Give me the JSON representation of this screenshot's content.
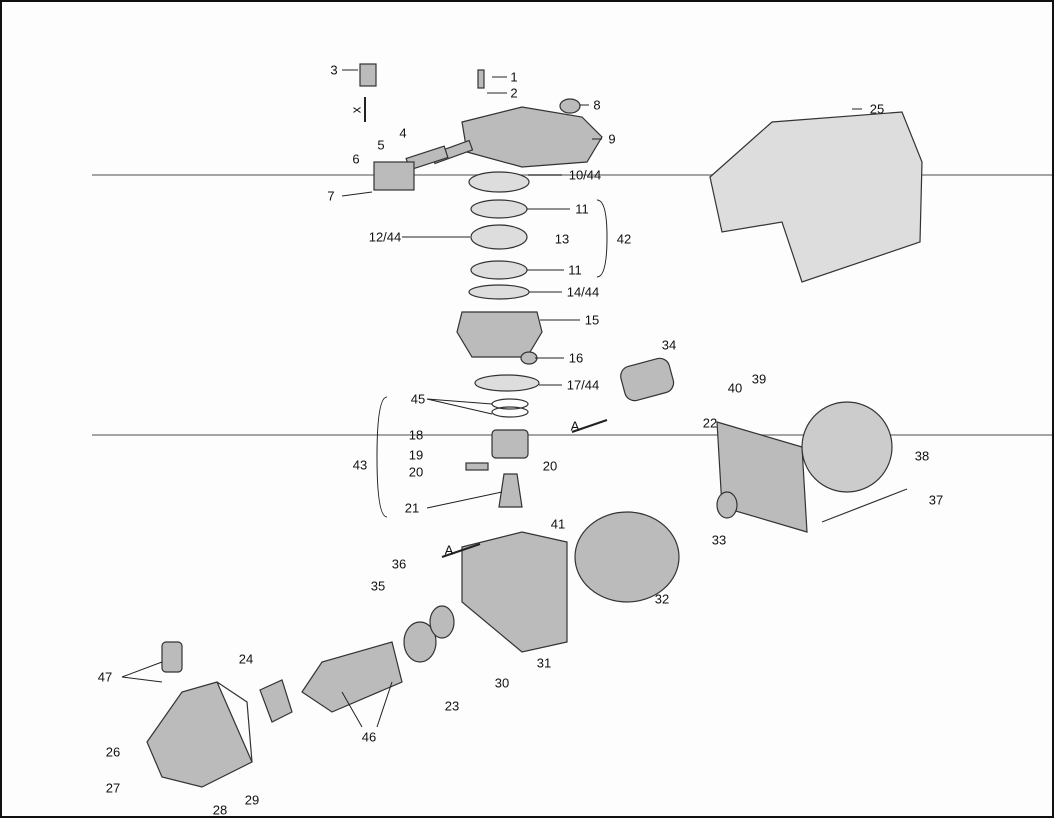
{
  "diagram": {
    "type": "exploded-parts-view",
    "labels": [
      "1",
      "2",
      "3",
      "8",
      "9",
      "4",
      "5",
      "6",
      "7",
      "10/44",
      "11",
      "12/44",
      "13",
      "42",
      "11",
      "14/44",
      "15",
      "16",
      "17/44",
      "45",
      "18",
      "19",
      "20",
      "20",
      "43",
      "21",
      "34",
      "40",
      "39",
      "22",
      "38",
      "37",
      "33",
      "41",
      "36",
      "35",
      "32",
      "31",
      "30",
      "23",
      "24",
      "46",
      "47",
      "26",
      "27",
      "28",
      "29",
      "25"
    ],
    "markers": {
      "x_arrow": "x",
      "a_arrow_1": "A",
      "a_arrow_2": "A"
    }
  }
}
